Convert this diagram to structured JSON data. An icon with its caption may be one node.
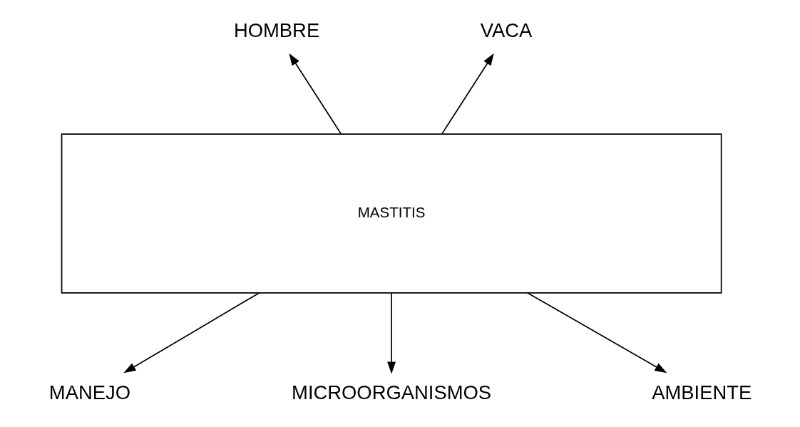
{
  "diagram": {
    "nodes": [
      {
        "text": [
          "HOMBRE"
        ]
      },
      {
        "text": [
          "VACA"
        ]
      },
      {
        "text": [
          "MASTITIS"
        ]
      },
      {
        "text": [
          "MANEJO"
        ]
      },
      {
        "text": [
          "MICROORGANISMOS"
        ]
      },
      {
        "text": [
          "AMBIENTE"
        ]
      }
    ],
    "edges": [
      {
        "from": 2,
        "to": 0,
        "arrow": "to"
      },
      {
        "from": 2,
        "to": 1,
        "arrow": "to"
      },
      {
        "from": 2,
        "to": 3,
        "arrow": "to"
      },
      {
        "from": 2,
        "to": 4,
        "arrow": "to"
      },
      {
        "from": 2,
        "to": 5,
        "arrow": "to"
      }
    ]
  }
}
